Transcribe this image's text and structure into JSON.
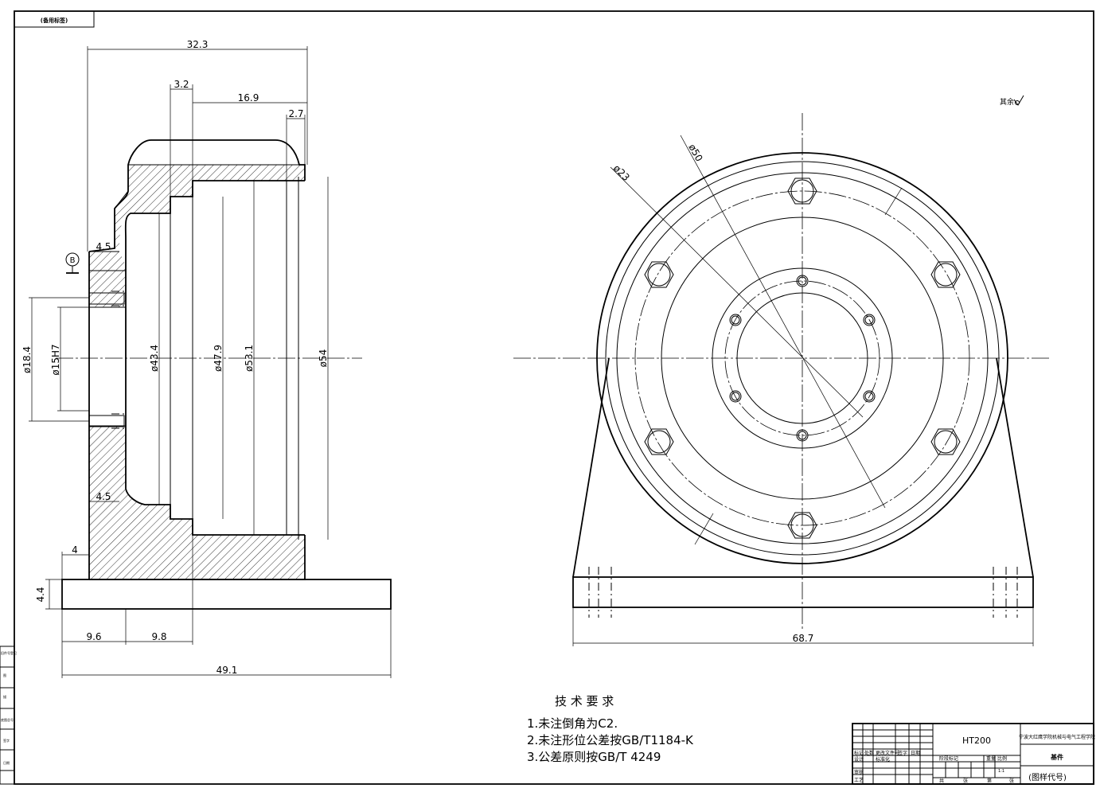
{
  "drawing": {
    "corner_label": "(备用标签)",
    "roughness_note": "其余",
    "dims_left": {
      "d32_3": "32.3",
      "d3_2": "3.2",
      "d16_9": "16.9",
      "d2_7": "2.7",
      "d4_5_top": "4.5",
      "d4_5_bot": "4.5",
      "d4": "4",
      "d4_4": "4.4",
      "d9_6": "9.6",
      "d9_8": "9.8",
      "d49_1": "49.1",
      "phi18_4": "ø18.4",
      "phi15h7": "ø15H7",
      "phi43_4": "ø43.4",
      "phi47_9": "ø47.9",
      "phi53_1": "ø53.1",
      "phi54": "ø54"
    },
    "datum_label": "B",
    "dims_right": {
      "phi50": "ø50",
      "phi23": "ø23",
      "d68_7": "68.7"
    },
    "tech": {
      "title": "技 术 要 求",
      "line1": "1.未注倒角为C2.",
      "line2": "2.未注形位公差按GB/T1184-K",
      "line3": "3.公差原则按GB/T  4249"
    },
    "title_block": {
      "material": "HT200",
      "school": "宁波大红鹰学院机械与电气工程学院",
      "part_name": "基件",
      "drawing_code": "(图样代号)",
      "scale": "1:1",
      "small_labels": [
        "标记",
        "处数",
        "更改文件号",
        "签字",
        "日期",
        "设计",
        "标准化",
        "审核",
        "工艺",
        "阶段标记",
        "重量",
        "比例",
        "共",
        "张",
        "第",
        "张"
      ]
    },
    "side_strip": [
      "旧件号登记",
      "图",
      "描",
      "底图总号",
      "签字",
      "日期"
    ]
  }
}
